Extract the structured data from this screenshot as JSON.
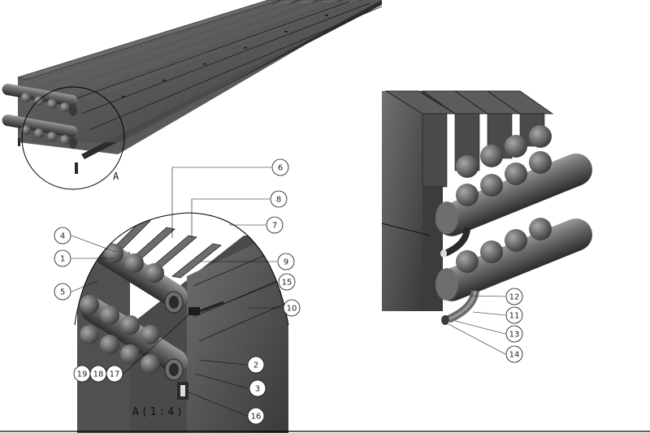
{
  "detail_view": {
    "marker_letter": "A",
    "caption": "A(1:4)"
  },
  "callouts": [
    "1",
    "2",
    "3",
    "4",
    "5",
    "6",
    "7",
    "8",
    "9",
    "10",
    "11",
    "12",
    "13",
    "14",
    "15",
    "16",
    "17",
    "18",
    "19"
  ],
  "colors": {
    "steel_dark": "#3c3c3e",
    "steel_mid": "#5a5a5c",
    "steel_light": "#8e8e90",
    "pipe_highlight": "#b4b4b6",
    "line": "#000000",
    "background": "#ffffff"
  }
}
